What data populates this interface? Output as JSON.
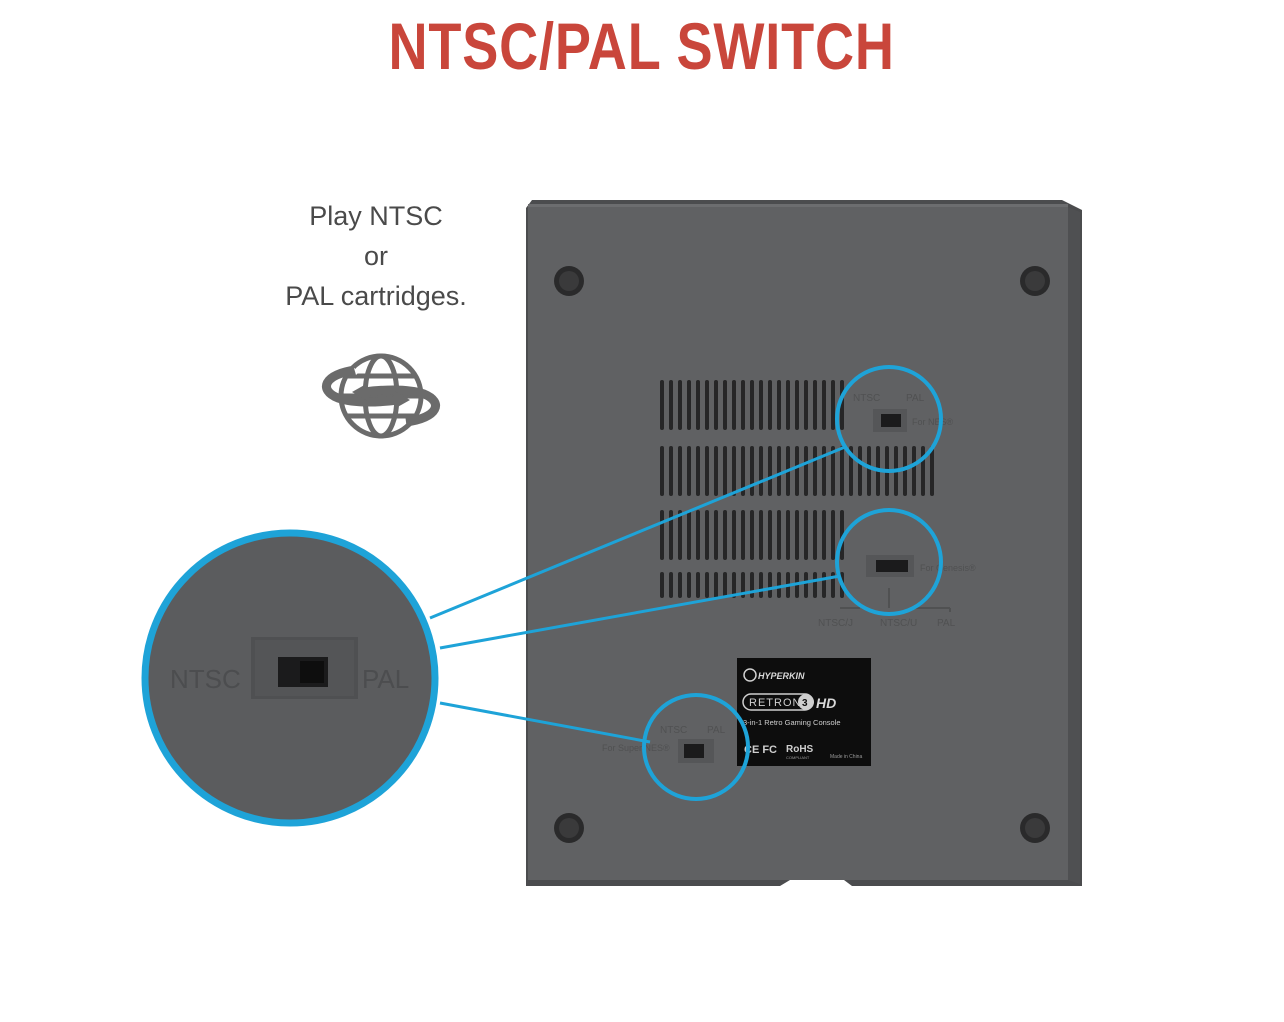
{
  "title": {
    "text": "NTSC/PAL SWITCH",
    "color": "#c9463b"
  },
  "tagline": {
    "line1": "Play NTSC",
    "line2": "or",
    "line3": "PAL cartridges."
  },
  "icon": {
    "name": "globe-arrows-icon"
  },
  "colors": {
    "console_body": "#5f6062",
    "console_edge": "#4b4c4e",
    "callout_ring": "#1ea3d8",
    "icon_gray": "#6b6b6b",
    "plate_bg": "#0d0d0d"
  },
  "zoom": {
    "left_label": "NTSC",
    "right_label": "PAL"
  },
  "switch_top": {
    "left_label": "NTSC",
    "right_label": "PAL",
    "sub_label": "For NES®"
  },
  "switch_middle": {
    "sub_label": "For Genesis®",
    "bottom_labels": [
      "NTSC/J",
      "NTSC/U",
      "PAL"
    ]
  },
  "switch_bottom": {
    "left_label": "NTSC",
    "right_label": "PAL",
    "sub_label": "For Super NES®"
  },
  "plate": {
    "brand": "HYPERKIN",
    "product": "RETRON",
    "product_num": "3",
    "product_suffix": "HD",
    "tagline": "3-in-1 Retro Gaming Console",
    "certs": "CE FC",
    "rohs": "RoHS",
    "rohs_sub": "COMPLIANT",
    "made_in": "Made in China"
  }
}
